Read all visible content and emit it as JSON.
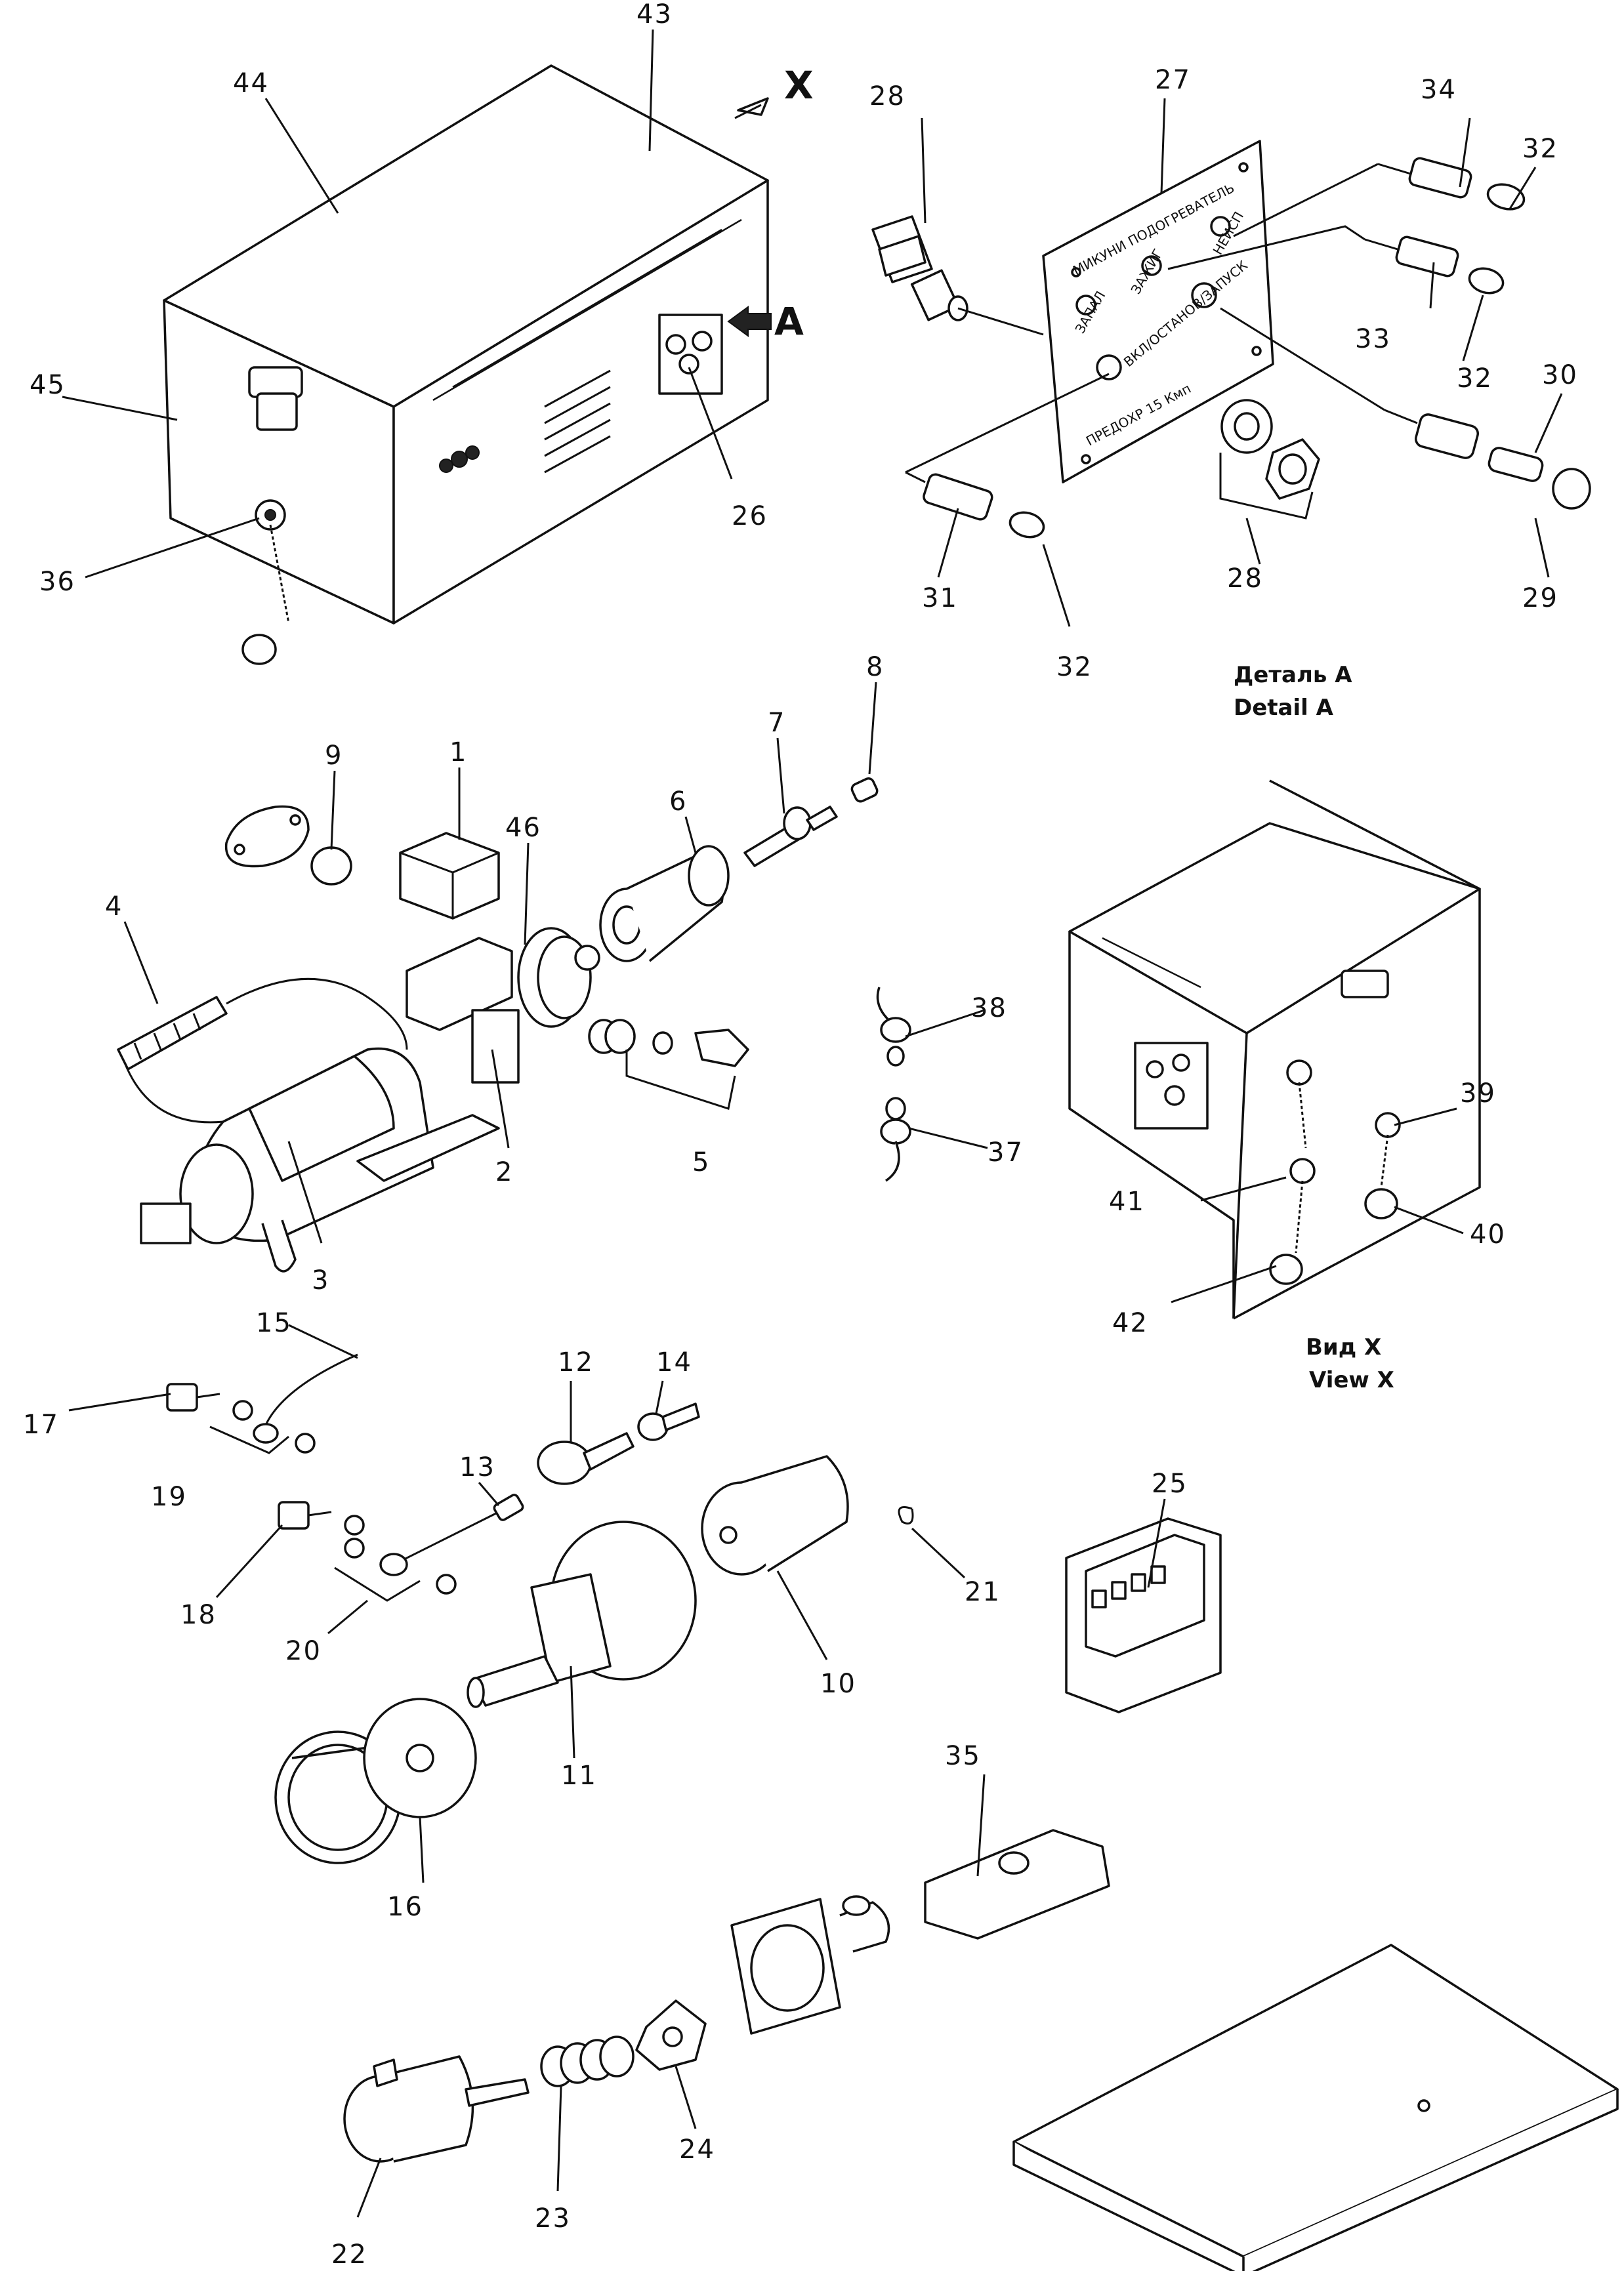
{
  "part_numbers": {
    "p1": "1",
    "p2": "2",
    "p3": "3",
    "p4": "4",
    "p5": "5",
    "p6": "6",
    "p7": "7",
    "p8": "8",
    "p9": "9",
    "p10": "10",
    "p11": "11",
    "p12": "12",
    "p13": "13",
    "p14": "14",
    "p15": "15",
    "p16": "16",
    "p17": "17",
    "p18": "18",
    "p19": "19",
    "p20": "20",
    "p21": "21",
    "p22": "22",
    "p23": "23",
    "p24": "24",
    "p25": "25",
    "p26": "26",
    "p27": "27",
    "p28a": "28",
    "p28b": "28",
    "p29": "29",
    "p30": "30",
    "p31": "31",
    "p32a": "32",
    "p32b": "32",
    "p32c": "32",
    "p33": "33",
    "p34": "34",
    "p35": "35",
    "p36": "36",
    "p37": "37",
    "p38": "38",
    "p39": "39",
    "p40": "40",
    "p41": "41",
    "p42": "42",
    "p43": "43",
    "p44": "44",
    "p45": "45",
    "p46": "46"
  },
  "view_markers": {
    "x": "X",
    "a": "A"
  },
  "captions": {
    "detail_ru": "Деталь А",
    "detail_en": "Detail A",
    "view_ru": "Вид Х",
    "view_en": "View X"
  },
  "panel_labels": {
    "title": "МИКУНИ ПОДОГРЕВАТЕЛЬ",
    "lamp_1": "ЗАПАЛ",
    "lamp_2": "ЗАЖИГ",
    "lamp_3": "НЕИСП",
    "switch": "ВКЛ/ОСТАНОВ/ЗАПУСК",
    "bottom": "ПРЕДОХР 15 Кмп"
  }
}
